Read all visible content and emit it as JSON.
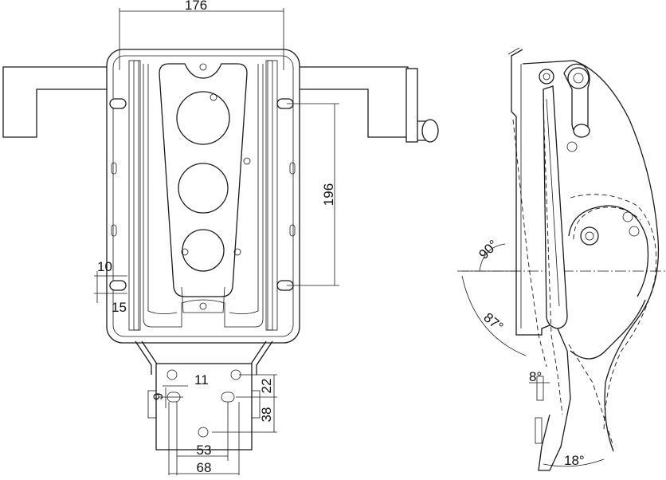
{
  "front_view": {
    "dims": {
      "width_176": "176",
      "height_196": "196",
      "d_10": "10",
      "d_15": "15",
      "d_11": "11",
      "d_9": "9",
      "d_22": "22",
      "d_38": "38",
      "d_53": "53",
      "d_68": "68"
    }
  },
  "side_view": {
    "angles": {
      "a_90": "90°",
      "a_87": "87°",
      "a_8": "8°",
      "a_18": "18°"
    }
  }
}
